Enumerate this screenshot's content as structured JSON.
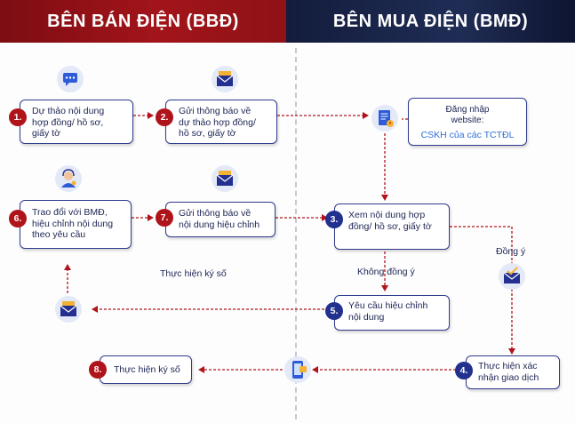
{
  "header": {
    "left_title": "BÊN BÁN ĐIỆN (BBĐ)",
    "right_title": "BÊN MUA ĐIỆN (BMĐ)"
  },
  "steps": [
    {
      "number": "1.",
      "lines": [
        "Dự thảo nội dung",
        "hợp đồng/ hồ sơ,",
        "giấy tờ"
      ]
    },
    {
      "number": "2.",
      "lines": [
        "Gửi thông báo về",
        "dự thảo hợp đồng/",
        "hồ sơ, giấy tờ"
      ]
    },
    {
      "number": "3.",
      "lines": [
        "Xem nội dung hợp",
        "đồng/ hồ sơ, giấy tờ"
      ]
    },
    {
      "number": "4.",
      "lines": [
        "Thực hiện xác",
        "nhận giao dịch"
      ]
    },
    {
      "number": "5.",
      "lines": [
        "Yêu cầu hiệu chỉnh",
        "nội dung"
      ]
    },
    {
      "number": "6.",
      "lines": [
        "Trao đổi với BMĐ,",
        "hiệu chỉnh nội dung",
        "theo yêu cầu"
      ]
    },
    {
      "number": "7.",
      "lines": [
        "Gửi thông báo về",
        "nội dung hiệu chỉnh"
      ]
    },
    {
      "number": "8.",
      "lines": [
        "Thực hiện ký số"
      ]
    }
  ],
  "website_box": {
    "lines": [
      "Đăng nhập",
      "website:"
    ],
    "link": "CSKH của các TCTĐL"
  },
  "labels": {
    "sign_note": "Thực hiện ký số",
    "disagree": "Không đồng ý",
    "agree": "Đồng ý"
  },
  "icons": [
    "chat-icon",
    "email-icon",
    "document-alert-icon",
    "support-agent-icon",
    "email-icon",
    "email-icon",
    "mail-check-icon",
    "mobile-signature-icon"
  ]
}
